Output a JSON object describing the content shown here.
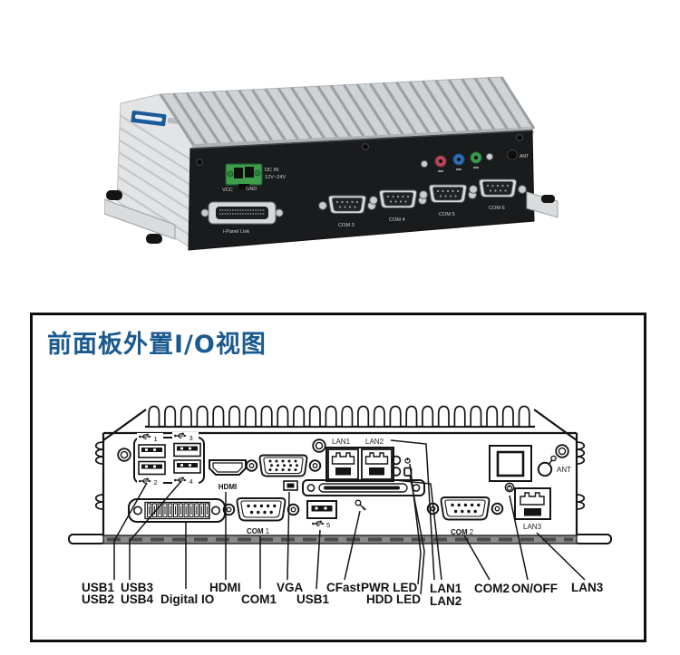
{
  "photo": {
    "labels": {
      "dc_in1": "DC IN",
      "dc_in2": "12V~24V",
      "vcc": "VCC",
      "gnd": "GND",
      "ipanel": "i-Panel Link",
      "com3": "COM 3",
      "com4": "COM 4",
      "com5": "COM 5",
      "com6": "COM 6",
      "ant": "ANT"
    }
  },
  "iobox": {
    "title": "前面板外置I/O视图",
    "colors": {
      "title": "#1a5a8f",
      "ink": "#141414"
    },
    "ports": {
      "lan1": "LAN1",
      "lan2": "LAN2",
      "hdmi": "HDMI",
      "com": "COM",
      "com1n": "1",
      "com2n": "2",
      "lan3": "LAN3",
      "ant": "ANT",
      "u1": "1",
      "u2": "2",
      "u3": "3",
      "u4": "4",
      "u5": "5"
    },
    "captions": {
      "usb1": "USB1",
      "usb2": "USB2",
      "usb3": "USB3",
      "usb4": "USB4",
      "digio": "Digital IO",
      "hdmi": "HDMI",
      "com1": "COM1",
      "vga": "VGA",
      "usb1b": "USB1",
      "cfast": "CFast",
      "pwrled": "PWR LED",
      "hddled": "HDD LED",
      "lan1": "LAN1",
      "lan2": "LAN2",
      "com2": "COM2",
      "onoff": "ON/OFF",
      "lan3": "LAN3"
    }
  }
}
